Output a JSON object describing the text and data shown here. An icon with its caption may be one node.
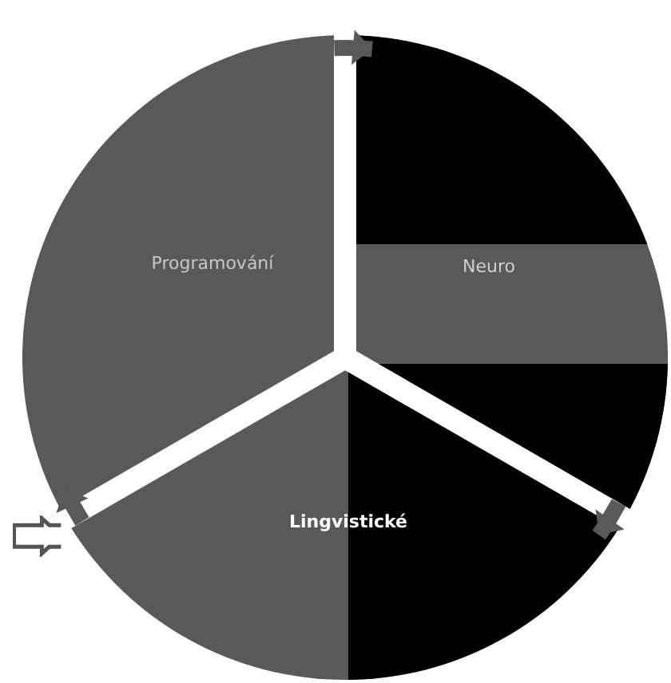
{
  "diagram": {
    "nodes": [
      {
        "text": [
          "Programování"
        ]
      },
      {
        "text": [
          "Neuro"
        ]
      },
      {
        "text": [
          "Lingvistické"
        ]
      }
    ],
    "edges": [
      {
        "from": 0,
        "to": 1,
        "arrow": "to"
      },
      {
        "from": 1,
        "to": 2,
        "arrow": "to"
      },
      {
        "from": 2,
        "to": 0,
        "arrow": "to"
      },
      {
        "from": null,
        "to": 2,
        "arrow": "to"
      }
    ]
  }
}
